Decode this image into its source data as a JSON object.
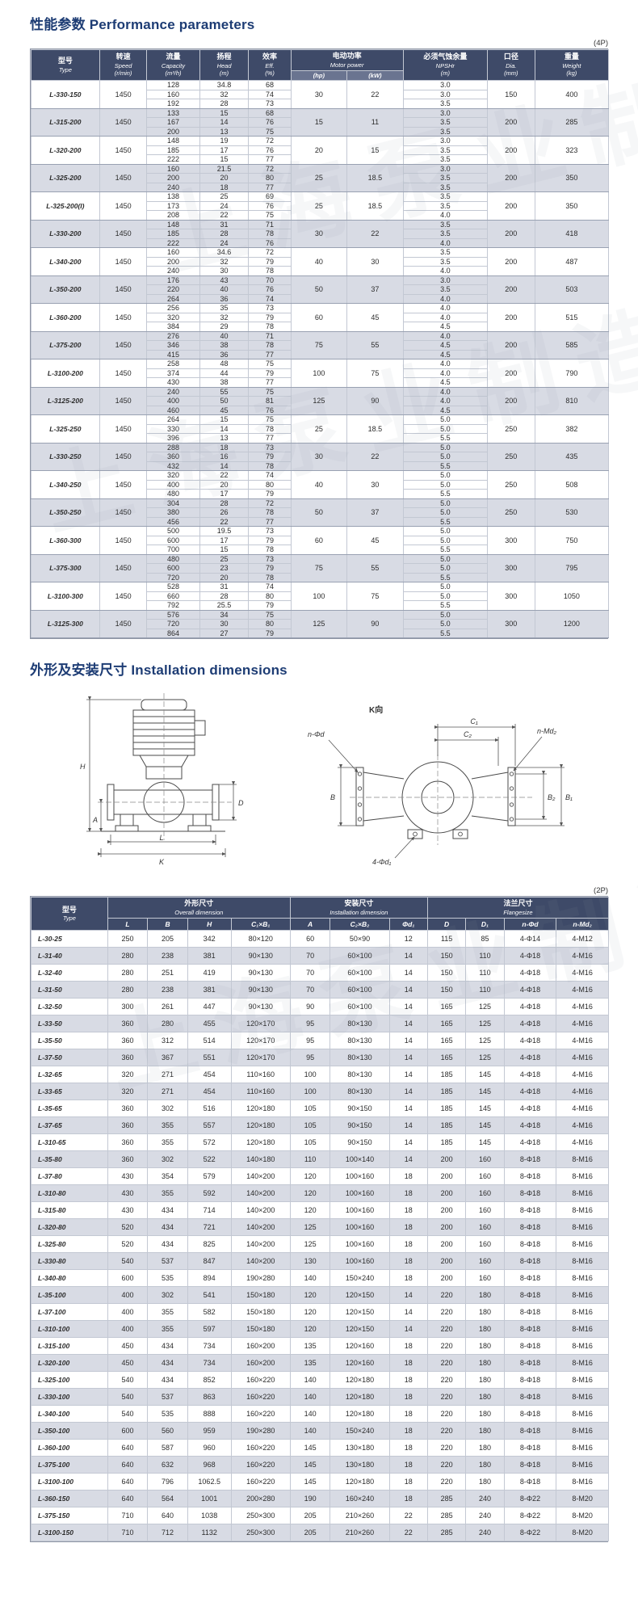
{
  "page": {
    "section1_title": "性能参数 Performance parameters",
    "section1_tag": "(4P)",
    "section2_title": "外形及安装尺寸 Installation dimensions",
    "section2_tag": "(2P)",
    "watermark": "上海泵业制造"
  },
  "colors": {
    "header_bg": "#3e4a68",
    "header_sub_bg": "#6a7490",
    "row_alt_bg": "#d8dbe4",
    "title": "#1d3c74",
    "border": "#c3c8d3"
  },
  "perf_table": {
    "headers": {
      "type": {
        "zh": "型号",
        "en": "Type"
      },
      "speed": {
        "zh": "转速",
        "en": "Speed\n(r/min)"
      },
      "capacity": {
        "zh": "流量",
        "en": "Capacity\n(m³/h)"
      },
      "head": {
        "zh": "扬程",
        "en": "Head\n(m)"
      },
      "eff": {
        "zh": "效率",
        "en": "Eff.\n(%)"
      },
      "motor": {
        "zh": "电动功率",
        "en": "Motor power"
      },
      "hp": "(hp)",
      "kw": "(kW)",
      "npshr": {
        "zh": "必须气蚀余量",
        "en": "NPSHr\n(m)"
      },
      "dia": {
        "zh": "口径",
        "en": "Dia.\n(mm)"
      },
      "weight": {
        "zh": "重量",
        "en": "Weight\n(kg)"
      }
    },
    "rows": [
      {
        "type": "L-330-150",
        "speed": "1450",
        "capacity": [
          "128",
          "160",
          "192"
        ],
        "head": [
          "34.8",
          "32",
          "28"
        ],
        "eff": [
          "68",
          "74",
          "73"
        ],
        "hp": "30",
        "kw": "22",
        "npshr": [
          "3.0",
          "3.0",
          "3.5"
        ],
        "dia": "150",
        "weight": "400"
      },
      {
        "type": "L-315-200",
        "speed": "1450",
        "capacity": [
          "133",
          "167",
          "200"
        ],
        "head": [
          "15",
          "14",
          "13"
        ],
        "eff": [
          "68",
          "76",
          "75"
        ],
        "hp": "15",
        "kw": "11",
        "npshr": [
          "3.0",
          "3.5",
          "3.5"
        ],
        "dia": "200",
        "weight": "285"
      },
      {
        "type": "L-320-200",
        "speed": "1450",
        "capacity": [
          "148",
          "185",
          "222"
        ],
        "head": [
          "19",
          "17",
          "15"
        ],
        "eff": [
          "72",
          "76",
          "77"
        ],
        "hp": "20",
        "kw": "15",
        "npshr": [
          "3.0",
          "3.5",
          "3.5"
        ],
        "dia": "200",
        "weight": "323"
      },
      {
        "type": "L-325-200",
        "speed": "1450",
        "capacity": [
          "160",
          "200",
          "240"
        ],
        "head": [
          "21.5",
          "20",
          "18"
        ],
        "eff": [
          "72",
          "80",
          "77"
        ],
        "hp": "25",
        "kw": "18.5",
        "npshr": [
          "3.0",
          "3.5",
          "3.5"
        ],
        "dia": "200",
        "weight": "350"
      },
      {
        "type": "L-325-200(I)",
        "speed": "1450",
        "capacity": [
          "138",
          "173",
          "208"
        ],
        "head": [
          "25",
          "24",
          "22"
        ],
        "eff": [
          "69",
          "76",
          "75"
        ],
        "hp": "25",
        "kw": "18.5",
        "npshr": [
          "3.5",
          "3.5",
          "4.0"
        ],
        "dia": "200",
        "weight": "350"
      },
      {
        "type": "L-330-200",
        "speed": "1450",
        "capacity": [
          "148",
          "185",
          "222"
        ],
        "head": [
          "31",
          "28",
          "24"
        ],
        "eff": [
          "71",
          "78",
          "76"
        ],
        "hp": "30",
        "kw": "22",
        "npshr": [
          "3.5",
          "3.5",
          "4.0"
        ],
        "dia": "200",
        "weight": "418"
      },
      {
        "type": "L-340-200",
        "speed": "1450",
        "capacity": [
          "160",
          "200",
          "240"
        ],
        "head": [
          "34.6",
          "32",
          "30"
        ],
        "eff": [
          "72",
          "79",
          "78"
        ],
        "hp": "40",
        "kw": "30",
        "npshr": [
          "3.5",
          "3.5",
          "4.0"
        ],
        "dia": "200",
        "weight": "487"
      },
      {
        "type": "L-350-200",
        "speed": "1450",
        "capacity": [
          "176",
          "220",
          "264"
        ],
        "head": [
          "43",
          "40",
          "36"
        ],
        "eff": [
          "70",
          "76",
          "74"
        ],
        "hp": "50",
        "kw": "37",
        "npshr": [
          "3.0",
          "3.5",
          "4.0"
        ],
        "dia": "200",
        "weight": "503"
      },
      {
        "type": "L-360-200",
        "speed": "1450",
        "capacity": [
          "256",
          "320",
          "384"
        ],
        "head": [
          "35",
          "32",
          "29"
        ],
        "eff": [
          "73",
          "79",
          "78"
        ],
        "hp": "60",
        "kw": "45",
        "npshr": [
          "4.0",
          "4.0",
          "4.5"
        ],
        "dia": "200",
        "weight": "515"
      },
      {
        "type": "L-375-200",
        "speed": "1450",
        "capacity": [
          "276",
          "346",
          "415"
        ],
        "head": [
          "40",
          "38",
          "36"
        ],
        "eff": [
          "71",
          "78",
          "77"
        ],
        "hp": "75",
        "kw": "55",
        "npshr": [
          "4.0",
          "4.5",
          "4.5"
        ],
        "dia": "200",
        "weight": "585"
      },
      {
        "type": "L-3100-200",
        "speed": "1450",
        "capacity": [
          "258",
          "374",
          "430"
        ],
        "head": [
          "48",
          "44",
          "38"
        ],
        "eff": [
          "75",
          "79",
          "77"
        ],
        "hp": "100",
        "kw": "75",
        "npshr": [
          "4.0",
          "4.0",
          "4.5"
        ],
        "dia": "200",
        "weight": "790"
      },
      {
        "type": "L-3125-200",
        "speed": "1450",
        "capacity": [
          "240",
          "400",
          "460"
        ],
        "head": [
          "55",
          "50",
          "45"
        ],
        "eff": [
          "75",
          "81",
          "76"
        ],
        "hp": "125",
        "kw": "90",
        "npshr": [
          "4.0",
          "4.0",
          "4.5"
        ],
        "dia": "200",
        "weight": "810"
      },
      {
        "type": "L-325-250",
        "speed": "1450",
        "capacity": [
          "264",
          "330",
          "396"
        ],
        "head": [
          "15",
          "14",
          "13"
        ],
        "eff": [
          "75",
          "78",
          "77"
        ],
        "hp": "25",
        "kw": "18.5",
        "npshr": [
          "5.0",
          "5.0",
          "5.5"
        ],
        "dia": "250",
        "weight": "382"
      },
      {
        "type": "L-330-250",
        "speed": "1450",
        "capacity": [
          "288",
          "360",
          "432"
        ],
        "head": [
          "18",
          "16",
          "14"
        ],
        "eff": [
          "73",
          "79",
          "78"
        ],
        "hp": "30",
        "kw": "22",
        "npshr": [
          "5.0",
          "5.0",
          "5.5"
        ],
        "dia": "250",
        "weight": "435"
      },
      {
        "type": "L-340-250",
        "speed": "1450",
        "capacity": [
          "320",
          "400",
          "480"
        ],
        "head": [
          "22",
          "20",
          "17"
        ],
        "eff": [
          "74",
          "80",
          "79"
        ],
        "hp": "40",
        "kw": "30",
        "npshr": [
          "5.0",
          "5.0",
          "5.5"
        ],
        "dia": "250",
        "weight": "508"
      },
      {
        "type": "L-350-250",
        "speed": "1450",
        "capacity": [
          "304",
          "380",
          "456"
        ],
        "head": [
          "28",
          "26",
          "22"
        ],
        "eff": [
          "72",
          "78",
          "77"
        ],
        "hp": "50",
        "kw": "37",
        "npshr": [
          "5.0",
          "5.0",
          "5.5"
        ],
        "dia": "250",
        "weight": "530"
      },
      {
        "type": "L-360-300",
        "speed": "1450",
        "capacity": [
          "500",
          "600",
          "700"
        ],
        "head": [
          "19.5",
          "17",
          "15"
        ],
        "eff": [
          "73",
          "79",
          "78"
        ],
        "hp": "60",
        "kw": "45",
        "npshr": [
          "5.0",
          "5.0",
          "5.5"
        ],
        "dia": "300",
        "weight": "750"
      },
      {
        "type": "L-375-300",
        "speed": "1450",
        "capacity": [
          "480",
          "600",
          "720"
        ],
        "head": [
          "25",
          "23",
          "20"
        ],
        "eff": [
          "73",
          "79",
          "78"
        ],
        "hp": "75",
        "kw": "55",
        "npshr": [
          "5.0",
          "5.0",
          "5.5"
        ],
        "dia": "300",
        "weight": "795"
      },
      {
        "type": "L-3100-300",
        "speed": "1450",
        "capacity": [
          "528",
          "660",
          "792"
        ],
        "head": [
          "31",
          "28",
          "25.5"
        ],
        "eff": [
          "74",
          "80",
          "79"
        ],
        "hp": "100",
        "kw": "75",
        "npshr": [
          "5.0",
          "5.0",
          "5.5"
        ],
        "dia": "300",
        "weight": "1050"
      },
      {
        "type": "L-3125-300",
        "speed": "1450",
        "capacity": [
          "576",
          "720",
          "864"
        ],
        "head": [
          "34",
          "30",
          "27"
        ],
        "eff": [
          "75",
          "80",
          "79"
        ],
        "hp": "125",
        "kw": "90",
        "npshr": [
          "5.0",
          "5.0",
          "5.5"
        ],
        "dia": "300",
        "weight": "1200"
      }
    ]
  },
  "drawing": {
    "h": "H",
    "a": "A",
    "l": "L",
    "k": "K",
    "d": "D",
    "b": "B",
    "view": "K向",
    "c1": "C₁",
    "c2": "C₂",
    "n_phi_d": "n-Φd",
    "n_md2": "n-Md₂",
    "b1": "B₁",
    "b2": "B₂",
    "d1": "4-Φd₁"
  },
  "dim_table": {
    "headers": {
      "type": {
        "zh": "型号",
        "en": "Type"
      },
      "overall": {
        "zh": "外形尺寸",
        "en": "Overall dimension"
      },
      "install": {
        "zh": "安装尺寸",
        "en": "Installation dimension"
      },
      "flange": {
        "zh": "法兰尺寸",
        "en": "Flangesize"
      }
    },
    "columns": [
      "L",
      "B",
      "H",
      "C₁×B₁",
      "A",
      "C₂×B₂",
      "Φd₁",
      "D",
      "D₁",
      "n-Φd",
      "n-Md₂"
    ],
    "rows": [
      [
        "L-30-25",
        "250",
        "205",
        "342",
        "80×120",
        "60",
        "50×90",
        "12",
        "115",
        "85",
        "4-Φ14",
        "4-M12"
      ],
      [
        "L-31-40",
        "280",
        "238",
        "381",
        "90×130",
        "70",
        "60×100",
        "14",
        "150",
        "110",
        "4-Φ18",
        "4-M16"
      ],
      [
        "L-32-40",
        "280",
        "251",
        "419",
        "90×130",
        "70",
        "60×100",
        "14",
        "150",
        "110",
        "4-Φ18",
        "4-M16"
      ],
      [
        "L-31-50",
        "280",
        "238",
        "381",
        "90×130",
        "70",
        "60×100",
        "14",
        "150",
        "110",
        "4-Φ18",
        "4-M16"
      ],
      [
        "L-32-50",
        "300",
        "261",
        "447",
        "90×130",
        "90",
        "60×100",
        "14",
        "165",
        "125",
        "4-Φ18",
        "4-M16"
      ],
      [
        "L-33-50",
        "360",
        "280",
        "455",
        "120×170",
        "95",
        "80×130",
        "14",
        "165",
        "125",
        "4-Φ18",
        "4-M16"
      ],
      [
        "L-35-50",
        "360",
        "312",
        "514",
        "120×170",
        "95",
        "80×130",
        "14",
        "165",
        "125",
        "4-Φ18",
        "4-M16"
      ],
      [
        "L-37-50",
        "360",
        "367",
        "551",
        "120×170",
        "95",
        "80×130",
        "14",
        "165",
        "125",
        "4-Φ18",
        "4-M16"
      ],
      [
        "L-32-65",
        "320",
        "271",
        "454",
        "110×160",
        "100",
        "80×130",
        "14",
        "185",
        "145",
        "4-Φ18",
        "4-M16"
      ],
      [
        "L-33-65",
        "320",
        "271",
        "454",
        "110×160",
        "100",
        "80×130",
        "14",
        "185",
        "145",
        "4-Φ18",
        "4-M16"
      ],
      [
        "L-35-65",
        "360",
        "302",
        "516",
        "120×180",
        "105",
        "90×150",
        "14",
        "185",
        "145",
        "4-Φ18",
        "4-M16"
      ],
      [
        "L-37-65",
        "360",
        "355",
        "557",
        "120×180",
        "105",
        "90×150",
        "14",
        "185",
        "145",
        "4-Φ18",
        "4-M16"
      ],
      [
        "L-310-65",
        "360",
        "355",
        "572",
        "120×180",
        "105",
        "90×150",
        "14",
        "185",
        "145",
        "4-Φ18",
        "4-M16"
      ],
      [
        "L-35-80",
        "360",
        "302",
        "522",
        "140×180",
        "110",
        "100×140",
        "14",
        "200",
        "160",
        "8-Φ18",
        "8-M16"
      ],
      [
        "L-37-80",
        "430",
        "354",
        "579",
        "140×200",
        "120",
        "100×160",
        "18",
        "200",
        "160",
        "8-Φ18",
        "8-M16"
      ],
      [
        "L-310-80",
        "430",
        "355",
        "592",
        "140×200",
        "120",
        "100×160",
        "18",
        "200",
        "160",
        "8-Φ18",
        "8-M16"
      ],
      [
        "L-315-80",
        "430",
        "434",
        "714",
        "140×200",
        "120",
        "100×160",
        "18",
        "200",
        "160",
        "8-Φ18",
        "8-M16"
      ],
      [
        "L-320-80",
        "520",
        "434",
        "721",
        "140×200",
        "125",
        "100×160",
        "18",
        "200",
        "160",
        "8-Φ18",
        "8-M16"
      ],
      [
        "L-325-80",
        "520",
        "434",
        "825",
        "140×200",
        "125",
        "100×160",
        "18",
        "200",
        "160",
        "8-Φ18",
        "8-M16"
      ],
      [
        "L-330-80",
        "540",
        "537",
        "847",
        "140×200",
        "130",
        "100×160",
        "18",
        "200",
        "160",
        "8-Φ18",
        "8-M16"
      ],
      [
        "L-340-80",
        "600",
        "535",
        "894",
        "190×280",
        "140",
        "150×240",
        "18",
        "200",
        "160",
        "8-Φ18",
        "8-M16"
      ],
      [
        "L-35-100",
        "400",
        "302",
        "541",
        "150×180",
        "120",
        "120×150",
        "14",
        "220",
        "180",
        "8-Φ18",
        "8-M16"
      ],
      [
        "L-37-100",
        "400",
        "355",
        "582",
        "150×180",
        "120",
        "120×150",
        "14",
        "220",
        "180",
        "8-Φ18",
        "8-M16"
      ],
      [
        "L-310-100",
        "400",
        "355",
        "597",
        "150×180",
        "120",
        "120×150",
        "14",
        "220",
        "180",
        "8-Φ18",
        "8-M16"
      ],
      [
        "L-315-100",
        "450",
        "434",
        "734",
        "160×200",
        "135",
        "120×160",
        "18",
        "220",
        "180",
        "8-Φ18",
        "8-M16"
      ],
      [
        "L-320-100",
        "450",
        "434",
        "734",
        "160×200",
        "135",
        "120×160",
        "18",
        "220",
        "180",
        "8-Φ18",
        "8-M16"
      ],
      [
        "L-325-100",
        "540",
        "434",
        "852",
        "160×220",
        "140",
        "120×180",
        "18",
        "220",
        "180",
        "8-Φ18",
        "8-M16"
      ],
      [
        "L-330-100",
        "540",
        "537",
        "863",
        "160×220",
        "140",
        "120×180",
        "18",
        "220",
        "180",
        "8-Φ18",
        "8-M16"
      ],
      [
        "L-340-100",
        "540",
        "535",
        "888",
        "160×220",
        "140",
        "120×180",
        "18",
        "220",
        "180",
        "8-Φ18",
        "8-M16"
      ],
      [
        "L-350-100",
        "600",
        "560",
        "959",
        "190×280",
        "140",
        "150×240",
        "18",
        "220",
        "180",
        "8-Φ18",
        "8-M16"
      ],
      [
        "L-360-100",
        "640",
        "587",
        "960",
        "160×220",
        "145",
        "130×180",
        "18",
        "220",
        "180",
        "8-Φ18",
        "8-M16"
      ],
      [
        "L-375-100",
        "640",
        "632",
        "968",
        "160×220",
        "145",
        "130×180",
        "18",
        "220",
        "180",
        "8-Φ18",
        "8-M16"
      ],
      [
        "L-3100-100",
        "640",
        "796",
        "1062.5",
        "160×220",
        "145",
        "120×180",
        "18",
        "220",
        "180",
        "8-Φ18",
        "8-M16"
      ],
      [
        "L-360-150",
        "640",
        "564",
        "1001",
        "200×280",
        "190",
        "160×240",
        "18",
        "285",
        "240",
        "8-Φ22",
        "8-M20"
      ],
      [
        "L-375-150",
        "710",
        "640",
        "1038",
        "250×300",
        "205",
        "210×260",
        "22",
        "285",
        "240",
        "8-Φ22",
        "8-M20"
      ],
      [
        "L-3100-150",
        "710",
        "712",
        "1132",
        "250×300",
        "205",
        "210×260",
        "22",
        "285",
        "240",
        "8-Φ22",
        "8-M20"
      ]
    ]
  }
}
